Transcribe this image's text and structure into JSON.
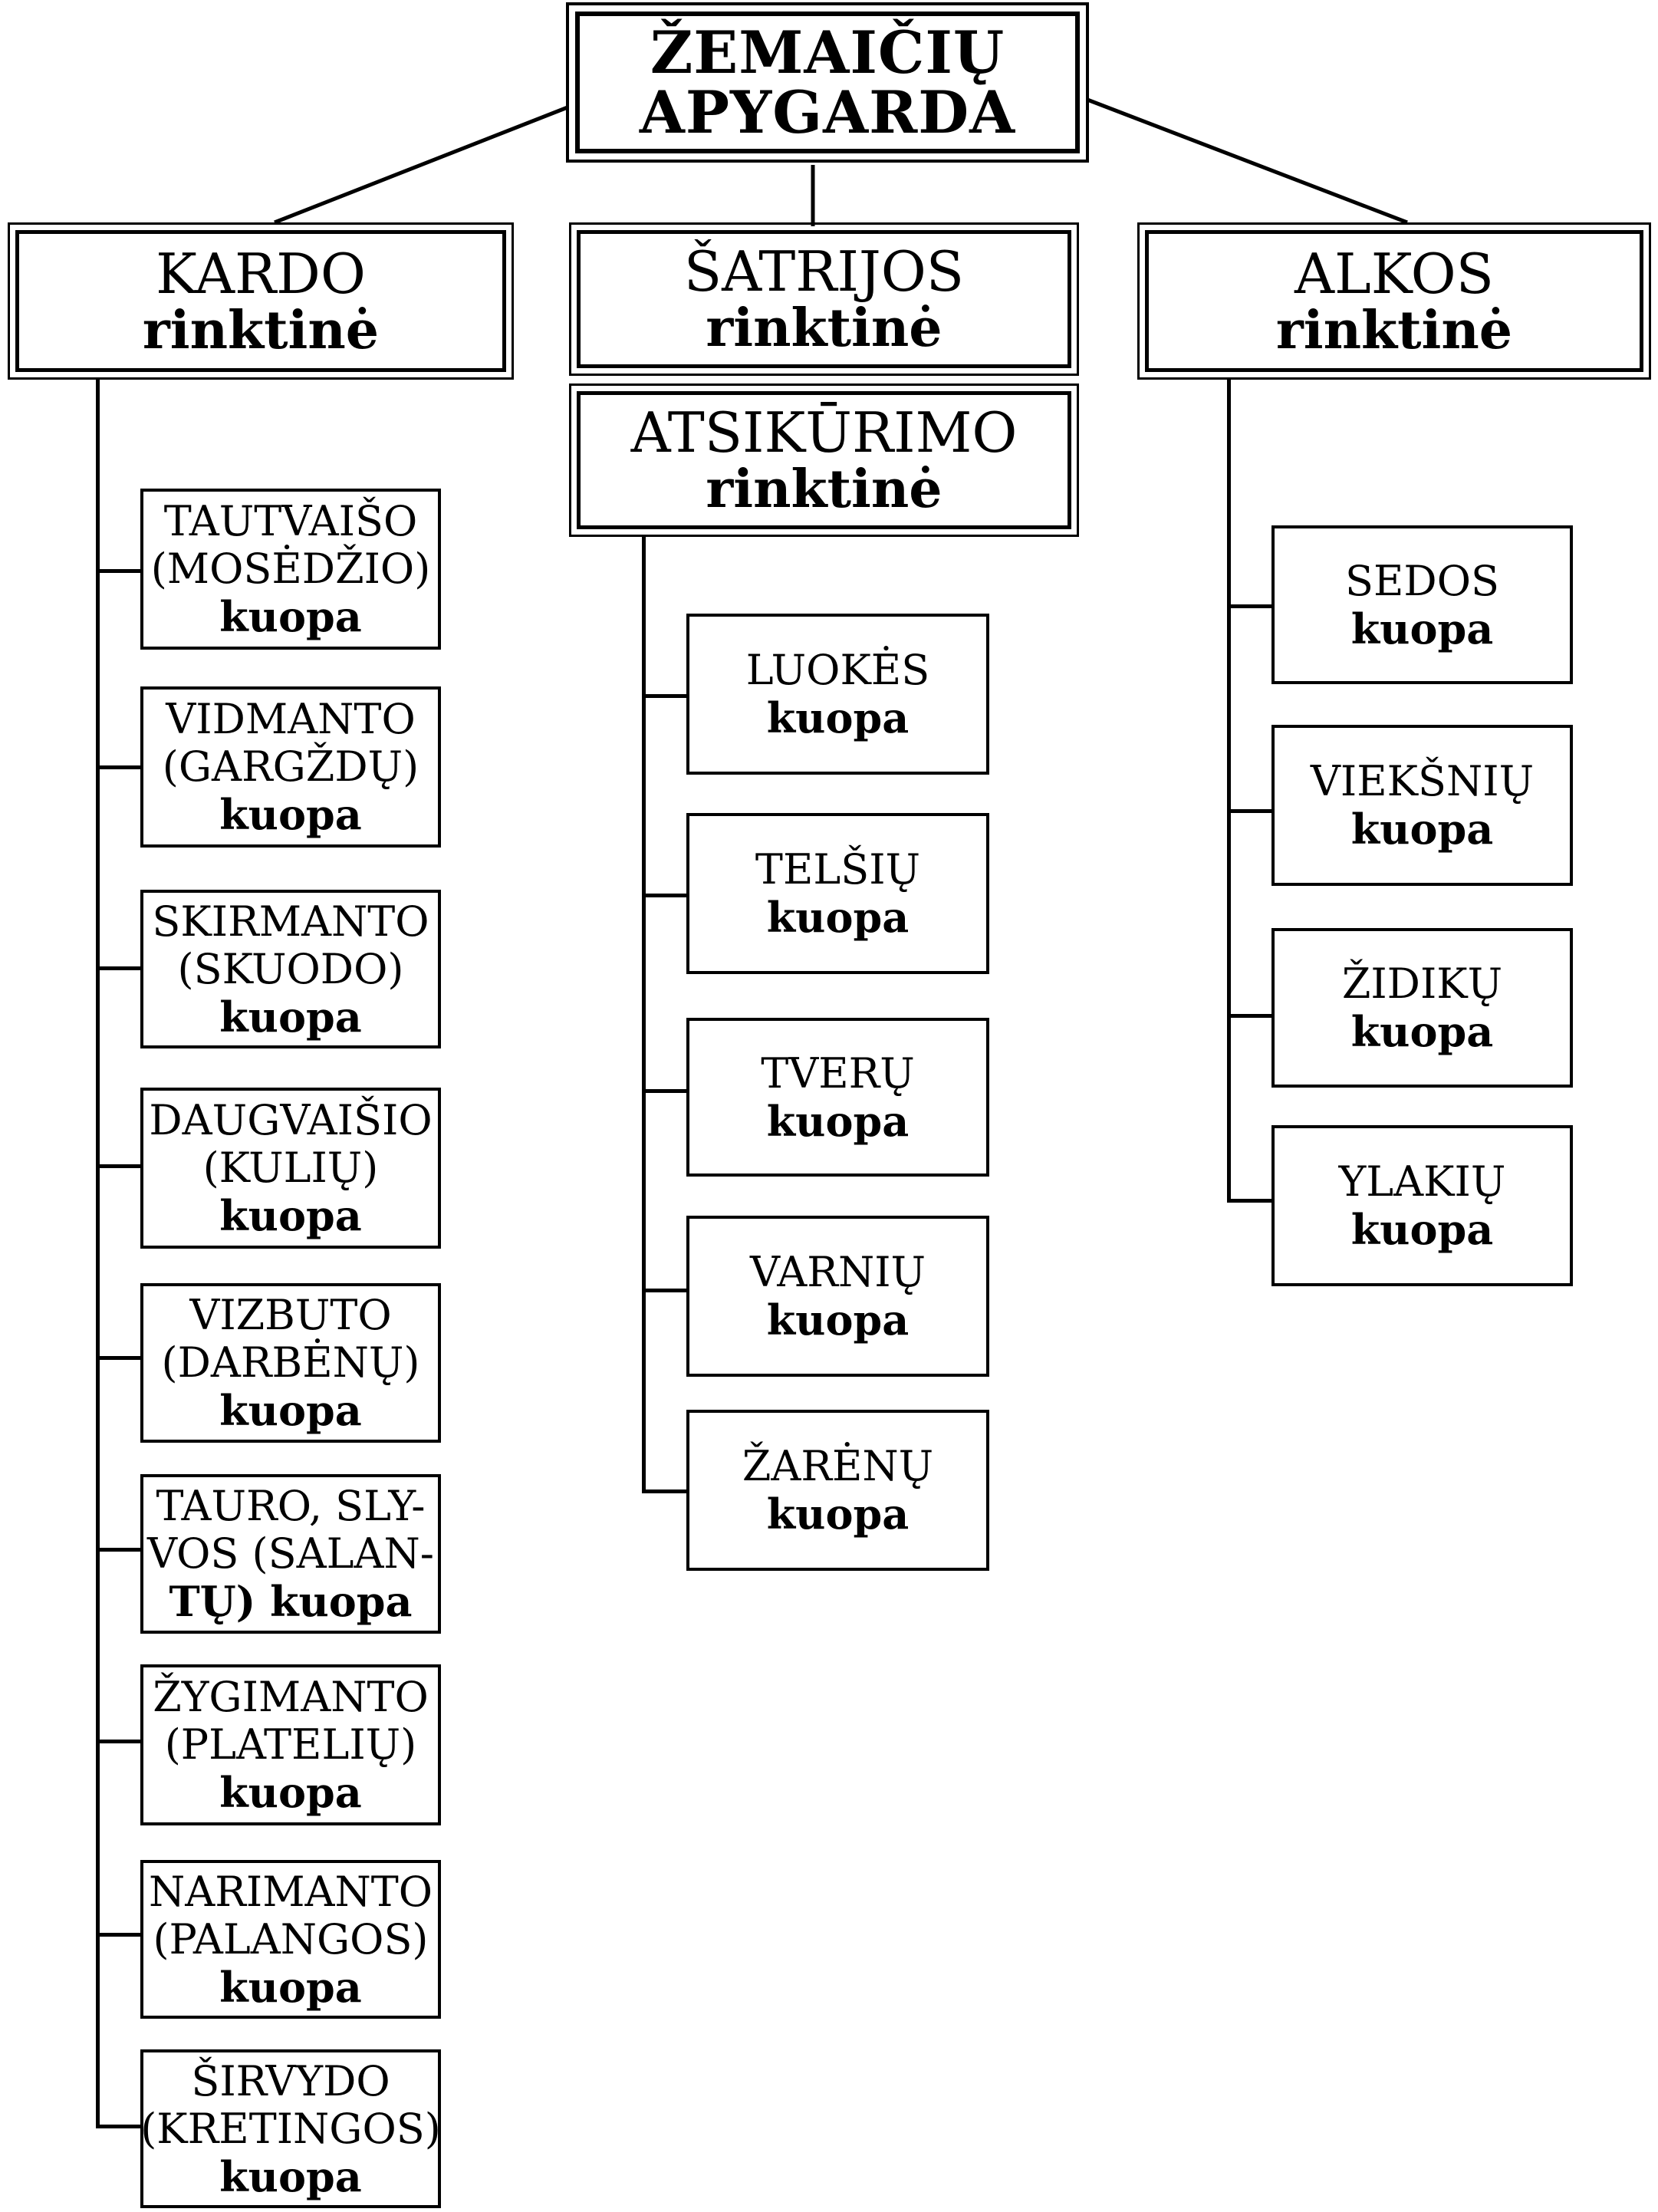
{
  "root": {
    "line1": "ŽEMAIČIŲ",
    "line2": "APYGARDA"
  },
  "rinktines": [
    {
      "name": "KARDO",
      "sub": "rinktinė"
    },
    {
      "name": "ŠATRIJOS",
      "sub": "rinktinė"
    },
    {
      "name": "ATSIKŪRIMO",
      "sub": "rinktinė"
    },
    {
      "name": "ALKOS",
      "sub": "rinktinė"
    }
  ],
  "kardo_kuopos": [
    {
      "l1": "TAUTVAIŠO",
      "l2": "(MOSĖDŽIO)",
      "l3": "kuopa"
    },
    {
      "l1": "VIDMANTO",
      "l2": "(GARGŽDŲ)",
      "l3": "kuopa"
    },
    {
      "l1": "SKIRMANTO",
      "l2": "(SKUODO)",
      "l3": "kuopa"
    },
    {
      "l1": "DAUGVAIŠIO",
      "l2": "(KULIŲ)",
      "l3": "kuopa"
    },
    {
      "l1": "VIZBUTO",
      "l2": "(DARBĖNŲ)",
      "l3": "kuopa"
    },
    {
      "l1": "TAURO, SLY-",
      "l2": "VOS (SALAN-",
      "l3": "TŲ) kuopa"
    },
    {
      "l1": "ŽYGIMANTO",
      "l2": "(PLATELIŲ)",
      "l3": "kuopa"
    },
    {
      "l1": "NARIMANTO",
      "l2": "(PALANGOS)",
      "l3": "kuopa"
    },
    {
      "l1": "ŠIRVYDO",
      "l2": "(KRETINGOS)",
      "l3": "kuopa"
    }
  ],
  "atsikurimo_kuopos": [
    {
      "l1": "LUOKĖS",
      "l2": "kuopa"
    },
    {
      "l1": "TELŠIŲ",
      "l2": "kuopa"
    },
    {
      "l1": "TVERŲ",
      "l2": "kuopa"
    },
    {
      "l1": "VARNIŲ",
      "l2": "kuopa"
    },
    {
      "l1": "ŽARĖNŲ",
      "l2": "kuopa"
    }
  ],
  "alkos_kuopos": [
    {
      "l1": "SEDOS",
      "l2": "kuopa"
    },
    {
      "l1": "VIEKŠNIŲ",
      "l2": "kuopa"
    },
    {
      "l1": "ŽIDIKŲ",
      "l2": "kuopa"
    },
    {
      "l1": "YLAKIŲ",
      "l2": "kuopa"
    }
  ]
}
